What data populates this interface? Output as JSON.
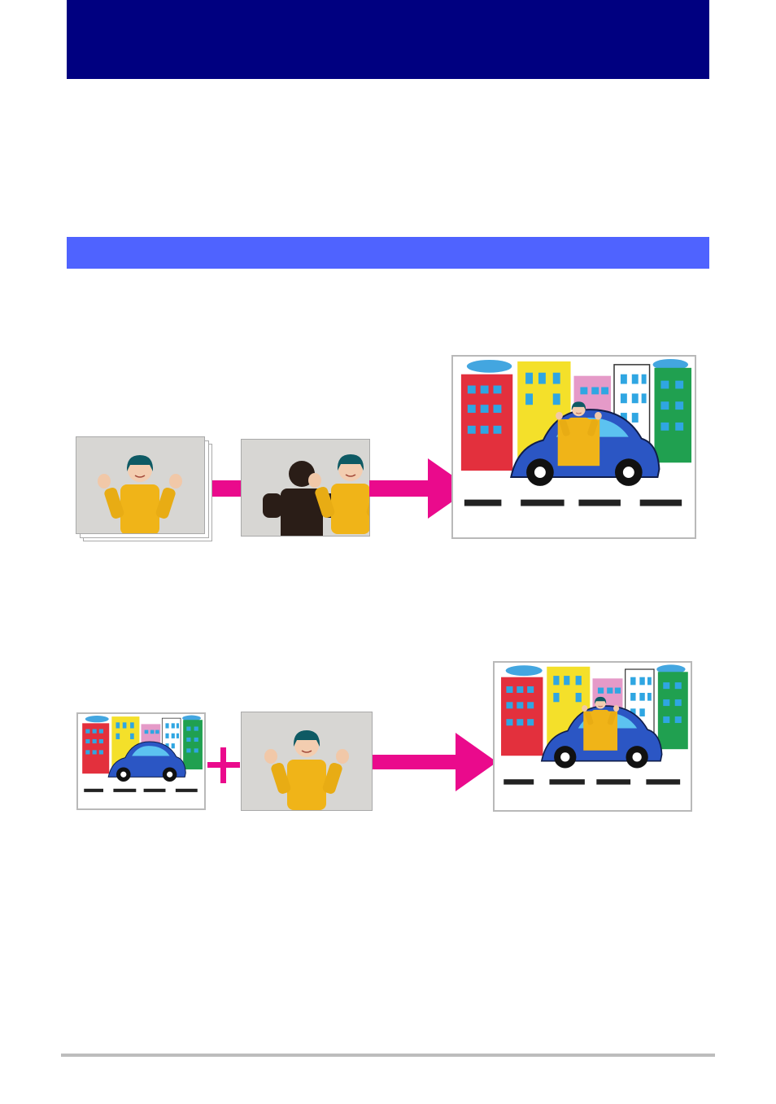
{
  "colors": {
    "title_band": "#000080",
    "section_band": "#4f63ff",
    "arrow": "#ea0a8c",
    "footer_rule": "#bdbdbd"
  },
  "figures": [
    {
      "name": "figure-1",
      "items": [
        "person-photo-stack",
        "silhouette-photo",
        "arrow",
        "composite-result"
      ]
    },
    {
      "name": "figure-2",
      "items": [
        "background-drawing",
        "plus-sign",
        "person-photo",
        "arrow",
        "composite-result"
      ]
    }
  ]
}
